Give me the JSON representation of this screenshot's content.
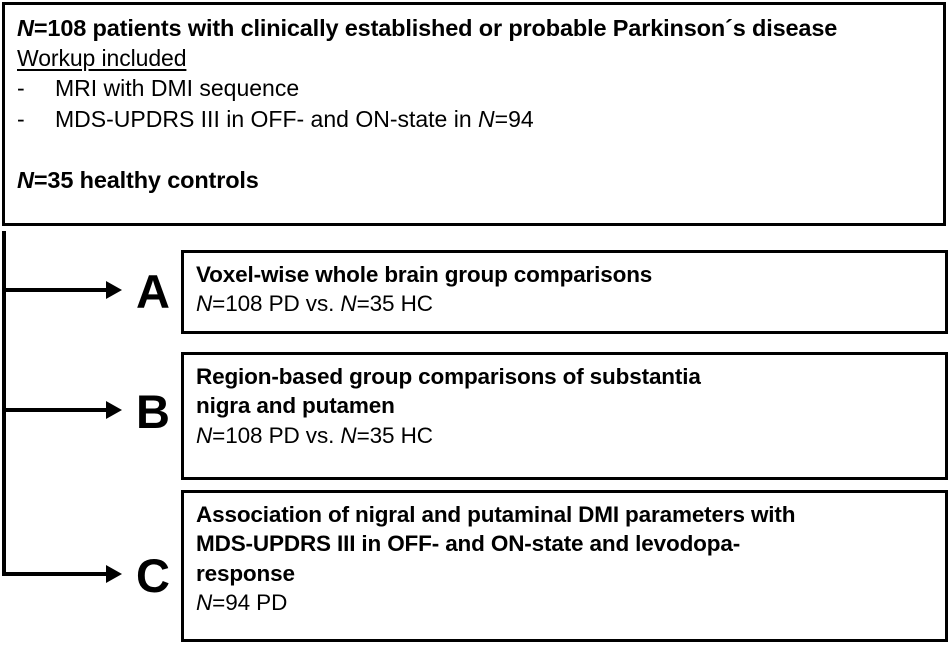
{
  "figure": {
    "type": "study-design-flowchart",
    "colors": {
      "line": "#000000",
      "background": "#ffffff",
      "text": "#000000"
    }
  },
  "cohort": {
    "heading": "=108 patients with clinically established or probable Parkinson´s disease",
    "heading_prefix_italic": "N",
    "workup_label": "Workup included",
    "bullets": [
      {
        "mark": "-",
        "text_before": "MRI with DMI sequence",
        "italic": "",
        "text_after": ""
      },
      {
        "mark": "-",
        "text_before": "MDS-UPDRS III in OFF- and ON-state in ",
        "italic": "N",
        "text_after": "=94"
      }
    ],
    "controls_prefix_italic": "N",
    "controls": "=35 healthy controls"
  },
  "branches": [
    {
      "letter": "A",
      "title": "Voxel-wise whole brain group comparisons",
      "title_line2": "",
      "title_line3": "",
      "sub_parts": [
        {
          "italic": "N",
          "plain": "=108 PD vs. "
        },
        {
          "italic": "N",
          "plain": "=35 HC"
        }
      ]
    },
    {
      "letter": "B",
      "title": "Region-based group comparisons of substantia",
      "title_line2": "nigra and putamen",
      "title_line3": "",
      "sub_parts": [
        {
          "italic": "N",
          "plain": "=108 PD vs. "
        },
        {
          "italic": "N",
          "plain": "=35 HC"
        }
      ]
    },
    {
      "letter": "C",
      "title": "Association of nigral and putaminal DMI parameters with",
      "title_line2": "MDS-UPDRS III in OFF- and ON-state and levodopa-",
      "title_line3": "response",
      "sub_parts": [
        {
          "italic": "N",
          "plain": "=94 PD"
        }
      ]
    }
  ]
}
